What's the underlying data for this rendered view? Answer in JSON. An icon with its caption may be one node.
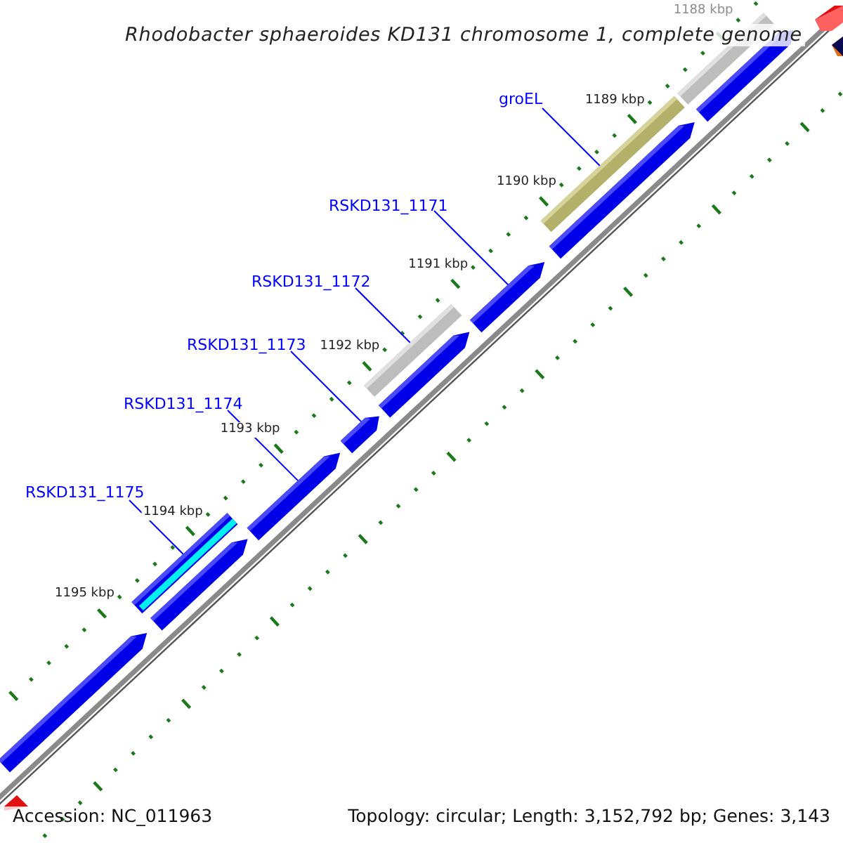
{
  "diagram": {
    "title": "Rhodobacter sphaeroides KD131 chromosome 1, complete genome",
    "nodes": [
      {
        "text": [
          "groEL"
        ]
      },
      {
        "text": [
          "RSKD131_1171"
        ]
      },
      {
        "text": [
          "RSKD131_1172"
        ]
      },
      {
        "text": [
          "RSKD131_1173"
        ]
      },
      {
        "text": [
          "RSKD131_1174"
        ]
      },
      {
        "text": [
          "RSKD131_1175"
        ]
      },
      {
        "text": [],
        "shape": "bar"
      },
      {
        "text": [],
        "shape": "bar"
      },
      {
        "text": [],
        "shape": "bar"
      },
      {
        "text": [],
        "shape": "bar"
      },
      {
        "text": [],
        "shape": "bar"
      },
      {
        "text": [],
        "shape": "bar"
      },
      {
        "text": [],
        "shape": "bar"
      },
      {
        "text": [],
        "shape": "bar"
      },
      {
        "text": [],
        "shape": "bar"
      },
      {
        "text": [],
        "shape": "bar"
      },
      {
        "text": [],
        "shape": "bar"
      },
      {
        "text": [],
        "shape": "bar"
      },
      {
        "text": [],
        "shape": "bar"
      },
      {
        "text": [],
        "shape": "bar"
      },
      {
        "text": [],
        "shape": "bar"
      }
    ],
    "edges": [
      {
        "from": 0,
        "to": 10,
        "arrow": "none"
      },
      {
        "from": 1,
        "to": 12,
        "arrow": "none"
      },
      {
        "from": 2,
        "to": 13,
        "arrow": "none"
      },
      {
        "from": 3,
        "to": 15,
        "arrow": "none"
      },
      {
        "from": 4,
        "to": 16,
        "arrow": "none"
      },
      {
        "from": 5,
        "to": 17,
        "arrow": "none"
      }
    ],
    "labels": [
      "1188 kbp",
      "1189 kbp",
      "1190 kbp",
      "1191 kbp",
      "1192 kbp",
      "1193 kbp",
      "1194 kbp",
      "1195 kbp",
      "Accession: NC_011963",
      "Topology: circular; Length: 3,152,792 bp; Genes: 3,143"
    ]
  }
}
